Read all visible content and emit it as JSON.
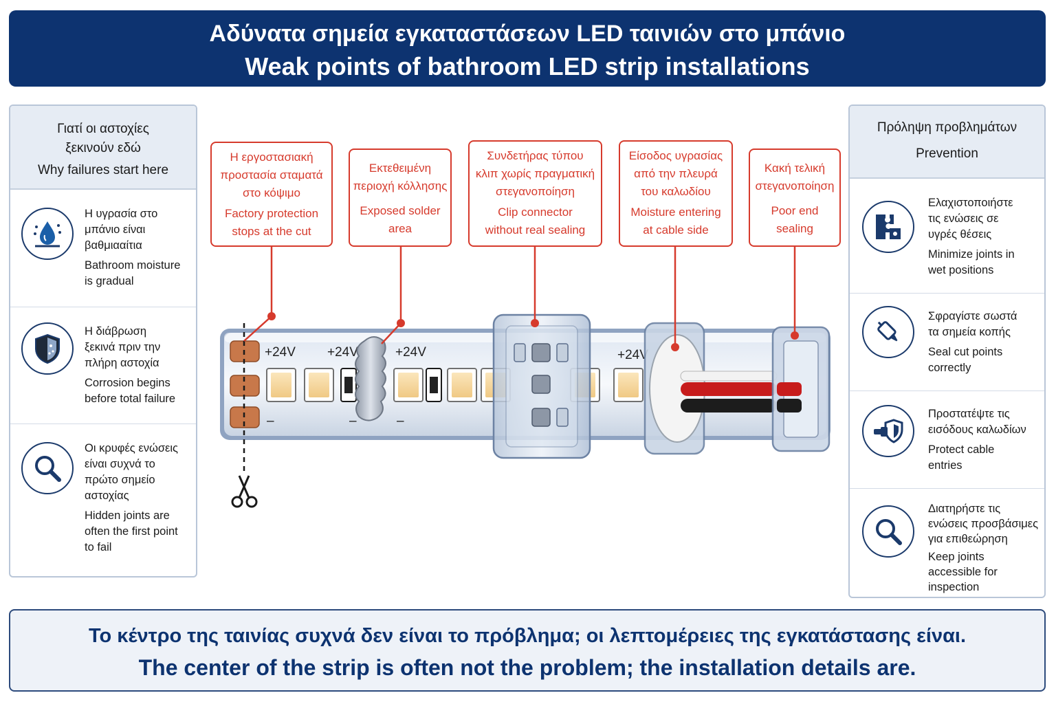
{
  "title": {
    "greek": "Αδύνατα σημεία εγκαταστάσεων LED ταινιών στο μπάνιο",
    "english": "Weak points of bathroom LED strip installations"
  },
  "left_panel": {
    "header_lines": [
      "Γιατί οι αστοχίες",
      "ξεκινούν εδώ",
      "Why failures start here"
    ],
    "items": [
      {
        "icon": "water-drop-icon",
        "greek_lines": [
          "Η υγρασία στο",
          "μπάνιο είναι",
          "βαθμιααίτια"
        ],
        "english_lines": [
          "Bathroom moisture",
          "is gradual"
        ]
      },
      {
        "icon": "shield-corrosion-icon",
        "greek_lines": [
          "Η διάβρωση",
          "ξεκινά πριν την",
          "πλήρη αστοχία"
        ],
        "english_lines": [
          "Corrosion begins",
          "before total failure"
        ]
      },
      {
        "icon": "magnifier-icon",
        "greek_lines": [
          "Οι κρυφές ενώσεις",
          "είναι συχνά το",
          "πρώτο σημείο",
          "αστοχίας"
        ],
        "english_lines": [
          "Hidden joints are",
          "often the first point",
          "to fail"
        ]
      }
    ]
  },
  "right_panel": {
    "header_lines": [
      "Πρόληψη προβλημάτων",
      "Prevention"
    ],
    "items": [
      {
        "icon": "puzzle-icon",
        "greek_lines": [
          "Ελαχιστοποιήστε",
          "τις ενώσεις σε",
          "υγρές θέσεις"
        ],
        "english_lines": [
          "Minimize joints in",
          "wet positions"
        ]
      },
      {
        "icon": "sealant-tube-icon",
        "greek_lines": [
          "Σφραγίστε σωστά",
          "τα σημεία κοπής"
        ],
        "english_lines": [
          "Seal cut points",
          "correctly"
        ]
      },
      {
        "icon": "cable-shield-icon",
        "greek_lines": [
          "Προστατέψτε τις",
          "εισόδους καλωδίων"
        ],
        "english_lines": [
          "Protect cable",
          "entries"
        ]
      },
      {
        "icon": "magnifier-icon",
        "greek_lines": [
          "Διατηρήστε τις",
          "ενώσεις προσβάσιμες",
          "για επιθεώρηση"
        ],
        "english_lines": [
          "Keep joints",
          "accessible for",
          "inspection"
        ]
      }
    ]
  },
  "callouts": [
    {
      "greek_lines": [
        "Η εργοστασιακή",
        "προστασία σταματά",
        "στο κόψιμο"
      ],
      "english_lines": [
        "Factory protection",
        "stops at the cut"
      ]
    },
    {
      "greek_lines": [
        "Εκτεθειμένη",
        "περιοχή κόλλησης"
      ],
      "english_lines": [
        "Exposed solder",
        "area"
      ]
    },
    {
      "greek_lines": [
        "Συνδετήρας τύπου",
        "κλιπ χωρίς πραγματική",
        "στεγανοποίηση"
      ],
      "english_lines": [
        "Clip connector",
        "without real sealing"
      ]
    },
    {
      "greek_lines": [
        "Είσοδος υγρασίας",
        "από την πλευρά",
        "του καλωδίου"
      ],
      "english_lines": [
        "Moisture entering",
        "at cable side"
      ]
    },
    {
      "greek_lines": [
        "Κακή τελική",
        "στεγανοποίηση"
      ],
      "english_lines": [
        "Poor end",
        "sealing"
      ]
    }
  ],
  "strip": {
    "voltage_labels": [
      "+24V",
      "+24V",
      "+24V",
      "+24V"
    ],
    "minus_label": "–"
  },
  "footer": {
    "greek": "Το κέντρο της ταινίας συχνά δεν είναι το πρόβλημα; οι λεπτομέρειες της εγκατάστασης είναι.",
    "english": "The center of the strip is often not the problem; the installation details are."
  },
  "colors": {
    "navy": "#0d3370",
    "callout_red": "#d63a2c",
    "panel_border": "#b9c6d8"
  }
}
